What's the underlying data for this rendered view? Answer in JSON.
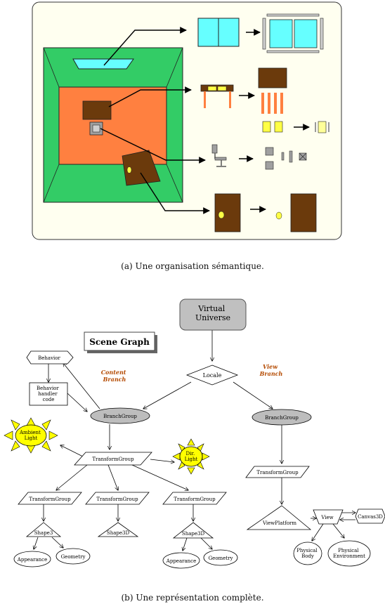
{
  "captions": {
    "a": "(a) Une organisation sémantique.",
    "b": "(b) Une représentation complète."
  },
  "scene_graph": {
    "title": "Scene Graph",
    "content_branch": [
      "Content",
      "Branch"
    ],
    "view_branch": [
      "View",
      "Branch"
    ],
    "virtual_universe": [
      "Virtual",
      "Universe"
    ],
    "locale": "Locale",
    "behavior": "Behavior",
    "behavior_handler": [
      "Behavior",
      "handler",
      "code"
    ],
    "branch_group_left": "BranchGroup",
    "branch_group_right": "BranchGroup",
    "ambient_light": [
      "Ambient",
      "Light"
    ],
    "dir_light": [
      "Dir.",
      "Light"
    ],
    "transform_group_main": "TransformGroup",
    "transform_group_1": "TransformGroup",
    "transform_group_2": "TransformGroup",
    "transform_group_3": "TransformGroup",
    "transform_group_view": "TransformGroup",
    "shape_1": "Shape3",
    "shape_2": "Shape3D",
    "shape_3": "Shape3D",
    "appearance_1": "Appearance",
    "geometry_1": "Geometry",
    "appearance_2": "Appearance",
    "geometry_2": "Geometry",
    "view_platform": "ViewPlatform",
    "view": "View",
    "canvas3d": "Canvas3D",
    "physical_body": [
      "Physical",
      "Body"
    ],
    "physical_environment": [
      "Physical",
      "Environment"
    ]
  },
  "colors": {
    "panel_bg": "#fffff0",
    "floor_green": "#33cc66",
    "room_orange": "#ff8040",
    "brown": "#6b3a0c",
    "cyan": "#66ffff",
    "yellow": "#ffff44",
    "sun_yellow": "#ffff00",
    "label_orange": "#b44a00",
    "gray_node": "#c0c0c0"
  }
}
